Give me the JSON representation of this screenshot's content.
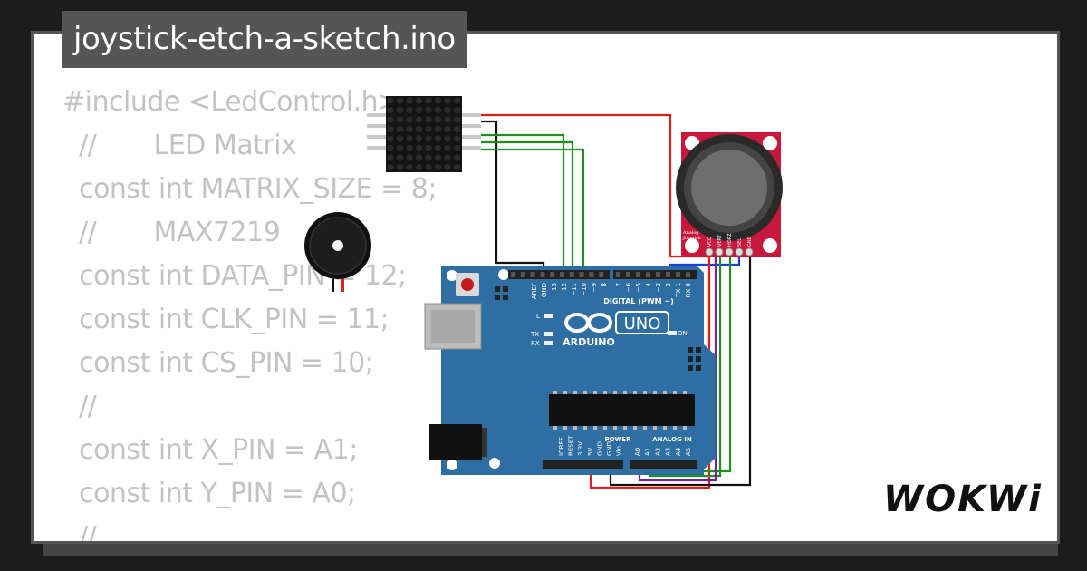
{
  "title": "joystick-etch-a-sketch.ino",
  "code_lines": [
    "#include <LedControl.h>",
    "  //       LED Matrix",
    "  const int MATRIX_SIZE = 8;",
    "  //       MAX7219",
    "  const int DATA_PIN = 12;",
    "  const int CLK_PIN = 11;",
    "  const int CS_PIN = 10;",
    "  //",
    "  const int X_PIN = A1;",
    "  const int Y_PIN = A0;",
    "  //"
  ],
  "arduino": {
    "model": "UNO",
    "brand": "ARDUINO",
    "digital_label": "DIGITAL (PWM ~)",
    "power_label": "POWER",
    "analog_label": "ANALOG IN",
    "on_label": "ON",
    "l_label": "L",
    "tx_label": "TX",
    "rx_label": "RX",
    "digital_pins": [
      "AREF",
      "GND",
      "13",
      "12",
      "~11",
      "~10",
      "~9",
      "8",
      "7",
      "~6",
      "~5",
      "4",
      "~3",
      "2",
      "TX 1",
      "RX 0"
    ],
    "power_pins": [
      "IOREF",
      "RESET",
      "3.3V",
      "5V",
      "GND",
      "GND",
      "Vin"
    ],
    "analog_pins": [
      "A0",
      "A1",
      "A2",
      "A3",
      "A4",
      "A5"
    ]
  },
  "joystick": {
    "label_line1": "Analog",
    "label_line2": "Joystick",
    "pins": [
      "VCC",
      "VERT",
      "HORZ",
      "SEL",
      "GND"
    ]
  },
  "logo": "WOKWi",
  "colors": {
    "board": "#2f6ea3",
    "joystick_pcb": "#c8193c",
    "wire_red": "#e41b1b",
    "wire_green": "#1f8f1f",
    "wire_black": "#111111",
    "wire_blue": "#1b3be4",
    "wire_purple": "#7a1fa2",
    "title_bg": "#555555"
  }
}
